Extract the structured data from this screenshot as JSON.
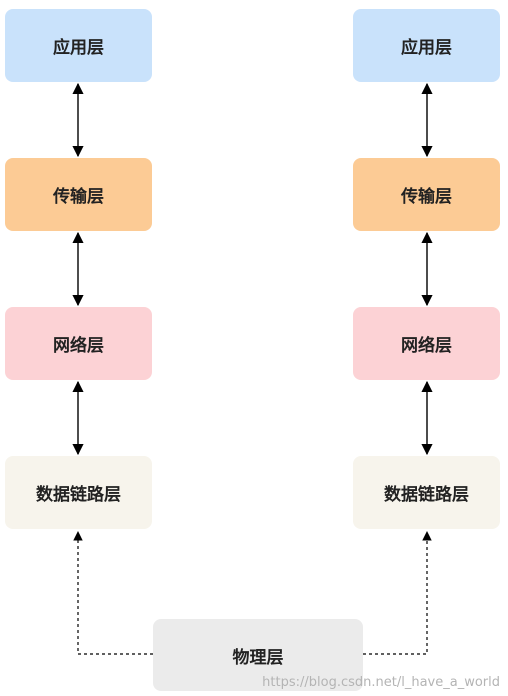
{
  "left_stack": {
    "application": "应用层",
    "transport": "传输层",
    "network": "网络层",
    "datalink": "数据链路层"
  },
  "right_stack": {
    "application": "应用层",
    "transport": "传输层",
    "network": "网络层",
    "datalink": "数据链路层"
  },
  "physical": "物理层",
  "watermark": "https://blog.csdn.net/l_have_a_world",
  "colors": {
    "application": "#c9e2fb",
    "transport": "#fccb95",
    "network": "#fcd2d5",
    "datalink": "#f7f4ec",
    "physical": "#ebebeb",
    "arrow": "#000000"
  }
}
